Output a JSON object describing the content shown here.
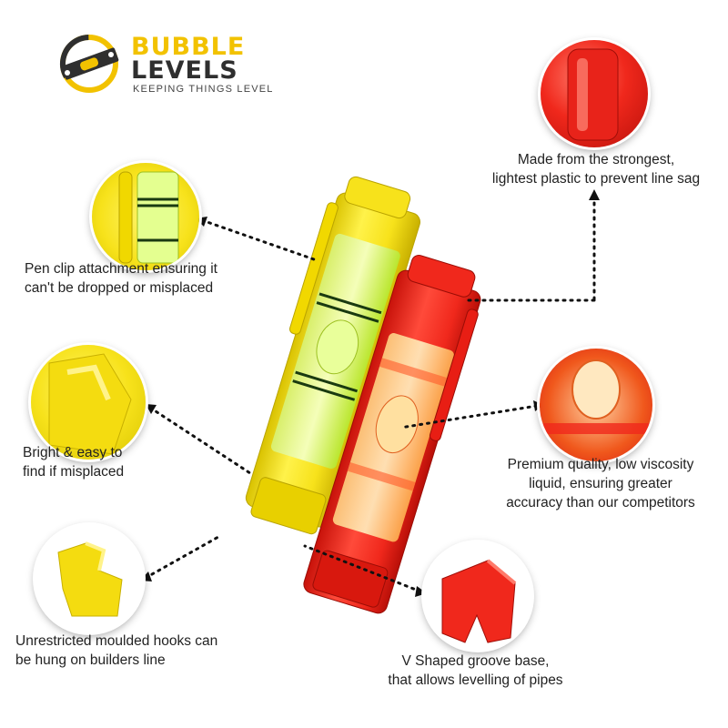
{
  "logo": {
    "word1": "BUBBLE",
    "word2": "LEVELS",
    "tagline": "KEEPING THINGS LEVEL"
  },
  "callouts": {
    "plastic": [
      "Made from the strongest,",
      "lightest plastic to prevent line sag"
    ],
    "clip": [
      "Pen clip attachment ensuring it",
      "can't be dropped or misplaced"
    ],
    "bright": [
      "Bright & easy to",
      "find if misplaced"
    ],
    "liquid": [
      "Premium quality, low viscosity",
      "liquid, ensuring greater",
      "accuracy than our competitors"
    ],
    "hooks": [
      "Unrestricted moulded hooks can",
      "be hung on builders line"
    ],
    "vgroove": [
      "V Shaped groove base,",
      "that allows levelling of pipes"
    ]
  },
  "colors": {
    "yellow": "#f7e21b",
    "red": "#f0281c",
    "vial_green": "#b8e830",
    "text": "#222222"
  }
}
